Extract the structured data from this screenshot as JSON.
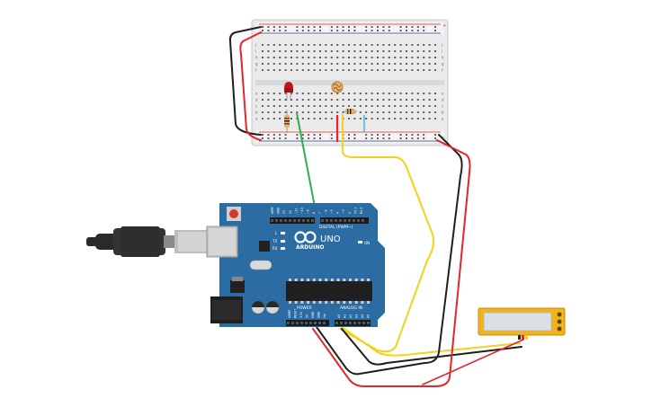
{
  "arduino": {
    "brand": "ARDUINO",
    "model": "UNO",
    "digital_header": "DIGITAL (PWM~)",
    "power_header": "POWER",
    "analog_header": "ANALOG IN",
    "on_label": "ON",
    "led_l": "L",
    "led_tx": "TX",
    "led_rx": "RX",
    "pins_digital": [
      "AREF",
      "GND",
      "13",
      "12",
      "~11",
      "~10",
      "~9",
      "8",
      "7",
      "~6",
      "~5",
      "4",
      "~3",
      "2",
      "TX 1",
      "RX 0"
    ],
    "pins_power": [
      "IOREF",
      "RESET",
      "3.3V",
      "5V",
      "GND",
      "GND",
      "Vin"
    ],
    "pins_analog": [
      "A0",
      "A1",
      "A2",
      "A3",
      "A4",
      "A5"
    ]
  },
  "breadboard": {
    "row_letters_top": [
      "j",
      "i",
      "h",
      "g",
      "f"
    ],
    "row_letters_bottom": [
      "e",
      "d",
      "c",
      "b",
      "a"
    ],
    "rail_plus": "+",
    "rail_minus": "-"
  },
  "colors": {
    "board": "#2b6ca3",
    "breadboard": "#e9e9e9",
    "wire_red": "#e3262b",
    "wire_black": "#1f1f1f",
    "wire_yellow": "#f2d21b",
    "wire_green": "#2fae4a",
    "wire_cyan": "#6ec8da",
    "lcd_frame": "#f2b21b",
    "led": "#c0141a"
  },
  "icons": {
    "arduino_logo": "infinity-logo-icon",
    "usb": "usb-b-plug-icon",
    "power_jack": "dc-barrel-jack-icon"
  }
}
